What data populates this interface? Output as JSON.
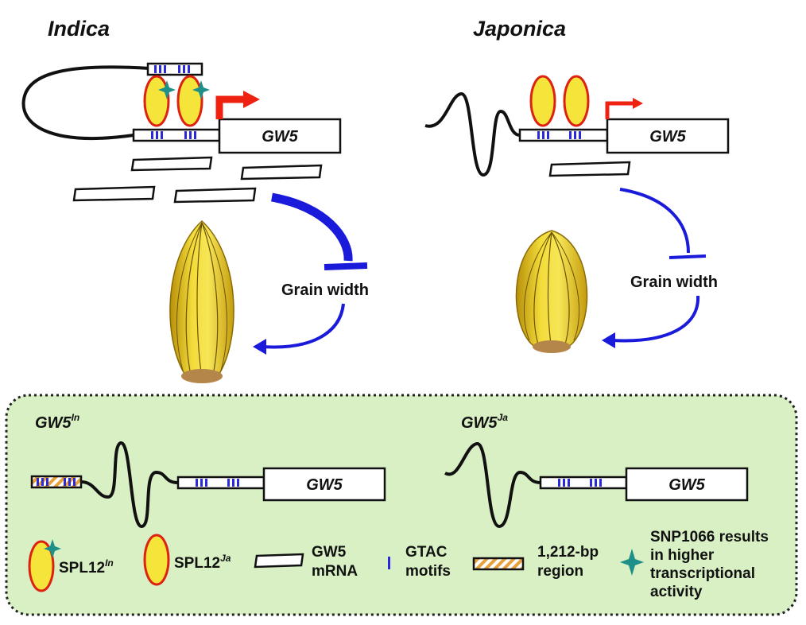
{
  "titles": {
    "indica": "Indica",
    "japonica": "Japonica"
  },
  "gene_label": "GW5",
  "grain_width_label": "Grain width",
  "panel": {
    "allele_in": {
      "base": "GW5",
      "sup": "In"
    },
    "allele_ja": {
      "base": "GW5",
      "sup": "Ja"
    }
  },
  "legend": {
    "spl12_in": {
      "base": "SPL12",
      "sup": "In"
    },
    "spl12_ja": {
      "base": "SPL12",
      "sup": "Ja"
    },
    "mrna": [
      "GW5",
      "mRNA"
    ],
    "gtac": [
      "GTAC",
      "motifs"
    ],
    "region": [
      "1,212-bp",
      "region"
    ],
    "snp": [
      "SNP1066 results",
      "in higher",
      "transcriptional",
      "activity"
    ]
  },
  "colors": {
    "repression_arrow": "#1a1adb",
    "activation_arrow": "#ee2211",
    "protein_fill": "#f5e43a",
    "protein_stroke": "#dd2211",
    "gtac_motif": "#2a2ad8",
    "panel_bg": "#d8f0c4",
    "grain": "#e7c317",
    "snp_star": "#1f8f8a"
  }
}
